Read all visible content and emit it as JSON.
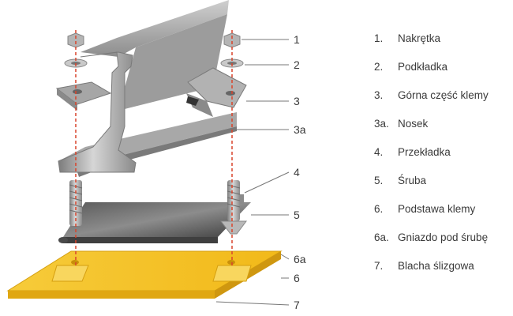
{
  "callouts": [
    "1",
    "2",
    "3",
    "3a",
    "4",
    "5",
    "6a",
    "6",
    "7"
  ],
  "legend": [
    {
      "num": "1.",
      "label": "Nakrętka"
    },
    {
      "num": "2.",
      "label": "Podkładka"
    },
    {
      "num": "3.",
      "label": "Górna część klemy"
    },
    {
      "num": "3a.",
      "label": "Nosek"
    },
    {
      "num": "4.",
      "label": "Przekładka"
    },
    {
      "num": "5.",
      "label": "Śruba"
    },
    {
      "num": "6.",
      "label": "Podstawa klemy"
    },
    {
      "num": "6a.",
      "label": "Gniazdo pod śrubę"
    },
    {
      "num": "7.",
      "label": "Blacha ślizgowa"
    }
  ],
  "colors": {
    "steel": "#9a9a9a",
    "plate": "#f4c21f",
    "axis": "#d9442b",
    "leader": "#777777",
    "text": "#3a3a3a"
  }
}
